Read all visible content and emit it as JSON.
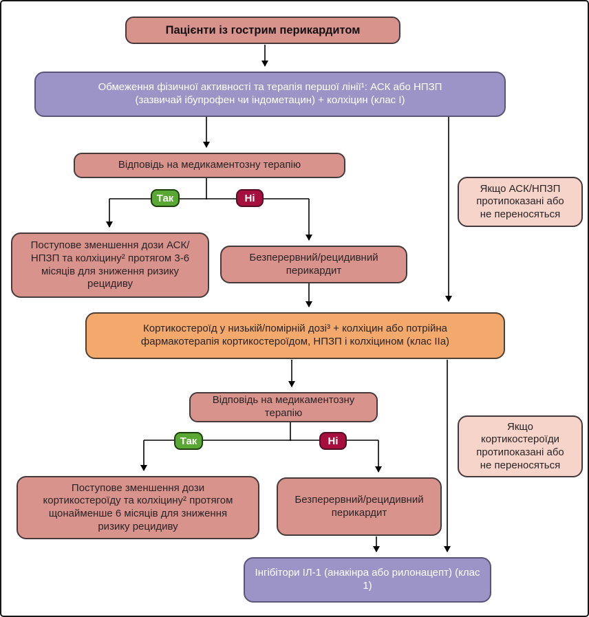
{
  "diagram": {
    "nodes": {
      "patients": "Пацієнти із гострим перикардитом",
      "first_line_therapy": "Обмеження фізичної активності та терапія першої лінії¹: АСК або НПЗП (зазвичай ібупрофен чи індометацин) + колхіцин (клас I)",
      "response_1": "Відповідь на медикаментозну терапію",
      "taper_1": "Поступове зменшення дози АСК/НПЗП та колхіцину² протягом 3-6 місяців для зниження ризику рецидиву",
      "recurrent_1": "Безперервний/рецидивний перикардит",
      "bypass_1": "Якщо АСК/НПЗП протипоказані або не переносяться",
      "corticosteroid": "Кортикостероїд у низькій/помірній дозі³ + колхіцин або потрійна фармакотерапія кортикостероїдом, НПЗП і колхіцином (клас IIa)",
      "response_2": "Відповідь на медикаментозну терапію",
      "taper_2": "Поступове зменшення дози кортикостероїду та колхіцину² протягом щонайменше 6 місяців для зниження ризику рецидиву",
      "recurrent_2": "Безперервний/рецидивний перикардит",
      "bypass_2": "Якщо кортикостероїди протипоказані або не переносяться",
      "il1_inhibitors": "Інгібітори ІЛ-1 (анакінра або рилонацепт) (клас 1)"
    },
    "labels": {
      "yes": "Так",
      "no": "Ні"
    },
    "colors": {
      "salmon_fill": "#d9938d",
      "salmon_border": "#46393a",
      "lavender_fill": "#9c94c6",
      "lavender_border": "#5b5479",
      "lavender_text": "#ffffff",
      "orange_fill": "#f3a96c",
      "orange_border": "#4c3f35",
      "lightpink_fill": "#f7d4ca",
      "lightpink_border": "#43383a",
      "green_fill": "#5aa834",
      "green_border": "#1e3d10",
      "crimson_fill": "#a70f3e",
      "crimson_border": "#501026",
      "badge_text": "#ffffff",
      "dark_text": "#292325",
      "line": "#000000"
    }
  }
}
